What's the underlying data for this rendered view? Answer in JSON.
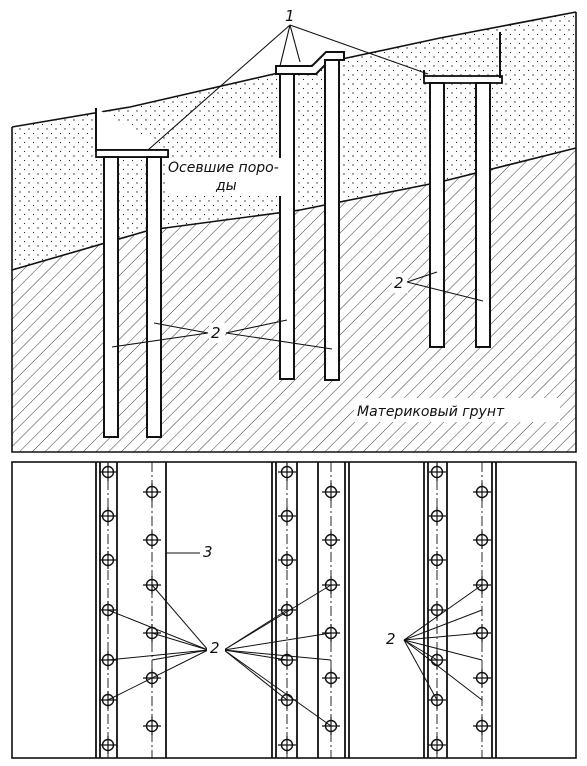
{
  "diagram": {
    "top_section": {
      "callout_1": "1",
      "callout_2": "2",
      "soil_upper_label_line1": "Осевшие поро-",
      "soil_upper_label_line2": "ды",
      "soil_lower_label": "Материковый грунт"
    },
    "bottom_section": {
      "callout_2": "2",
      "callout_3": "3"
    }
  }
}
